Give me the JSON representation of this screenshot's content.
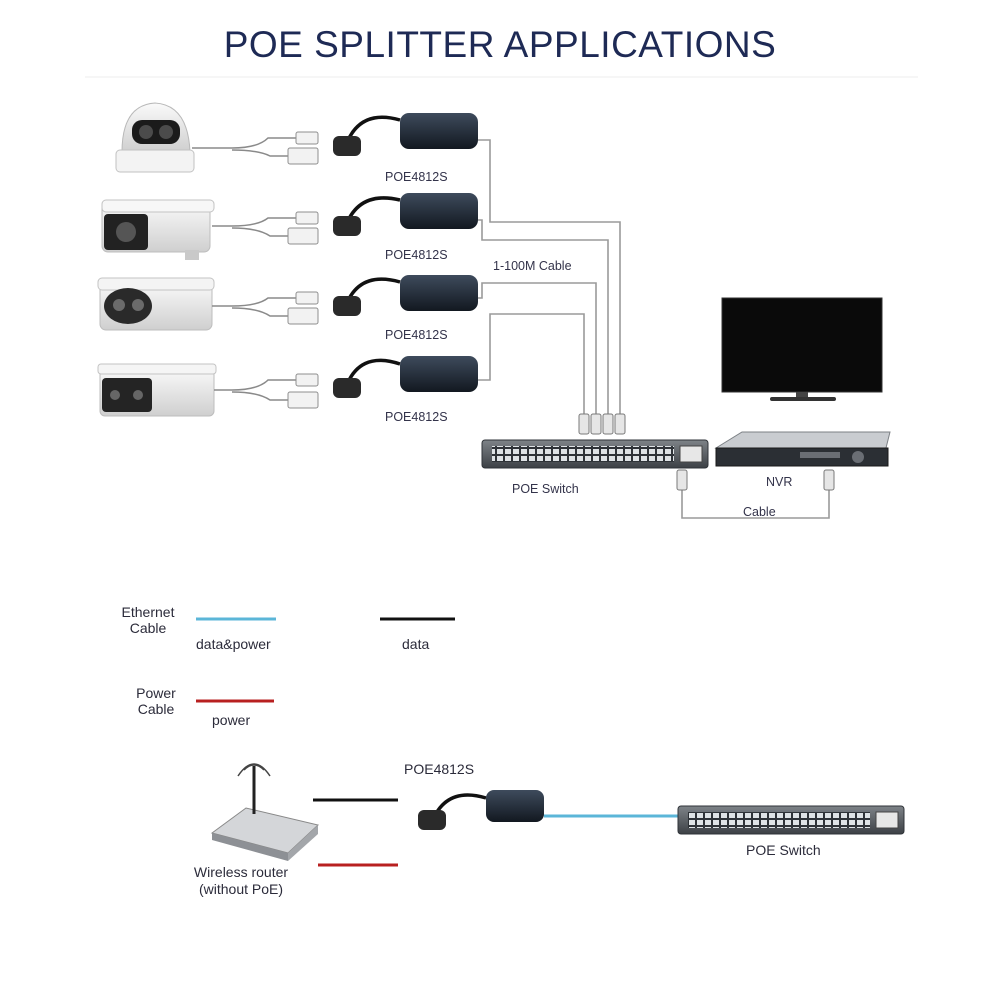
{
  "title": "POE SPLITTER APPLICATIONS",
  "top_section": {
    "splitter_labels": [
      "POE4812S",
      "POE4812S",
      "POE4812S",
      "POE4812S"
    ],
    "cable_label": "1-100M Cable",
    "switch_label": "POE Switch",
    "nvr_label": "NVR",
    "nvr_cable_label": "Cable"
  },
  "legend": {
    "ethernet_cable": "Ethernet\nCable",
    "data_power": "data&power",
    "data": "data",
    "power_cable": "Power\nCable",
    "power": "power",
    "colors": {
      "data_power": "#5bb6d8",
      "data": "#111111",
      "power": "#b82020"
    }
  },
  "bottom_section": {
    "splitter_label": "POE4812S",
    "router_label": "Wireless router\n(without PoE)",
    "switch_label": "POE Switch"
  }
}
